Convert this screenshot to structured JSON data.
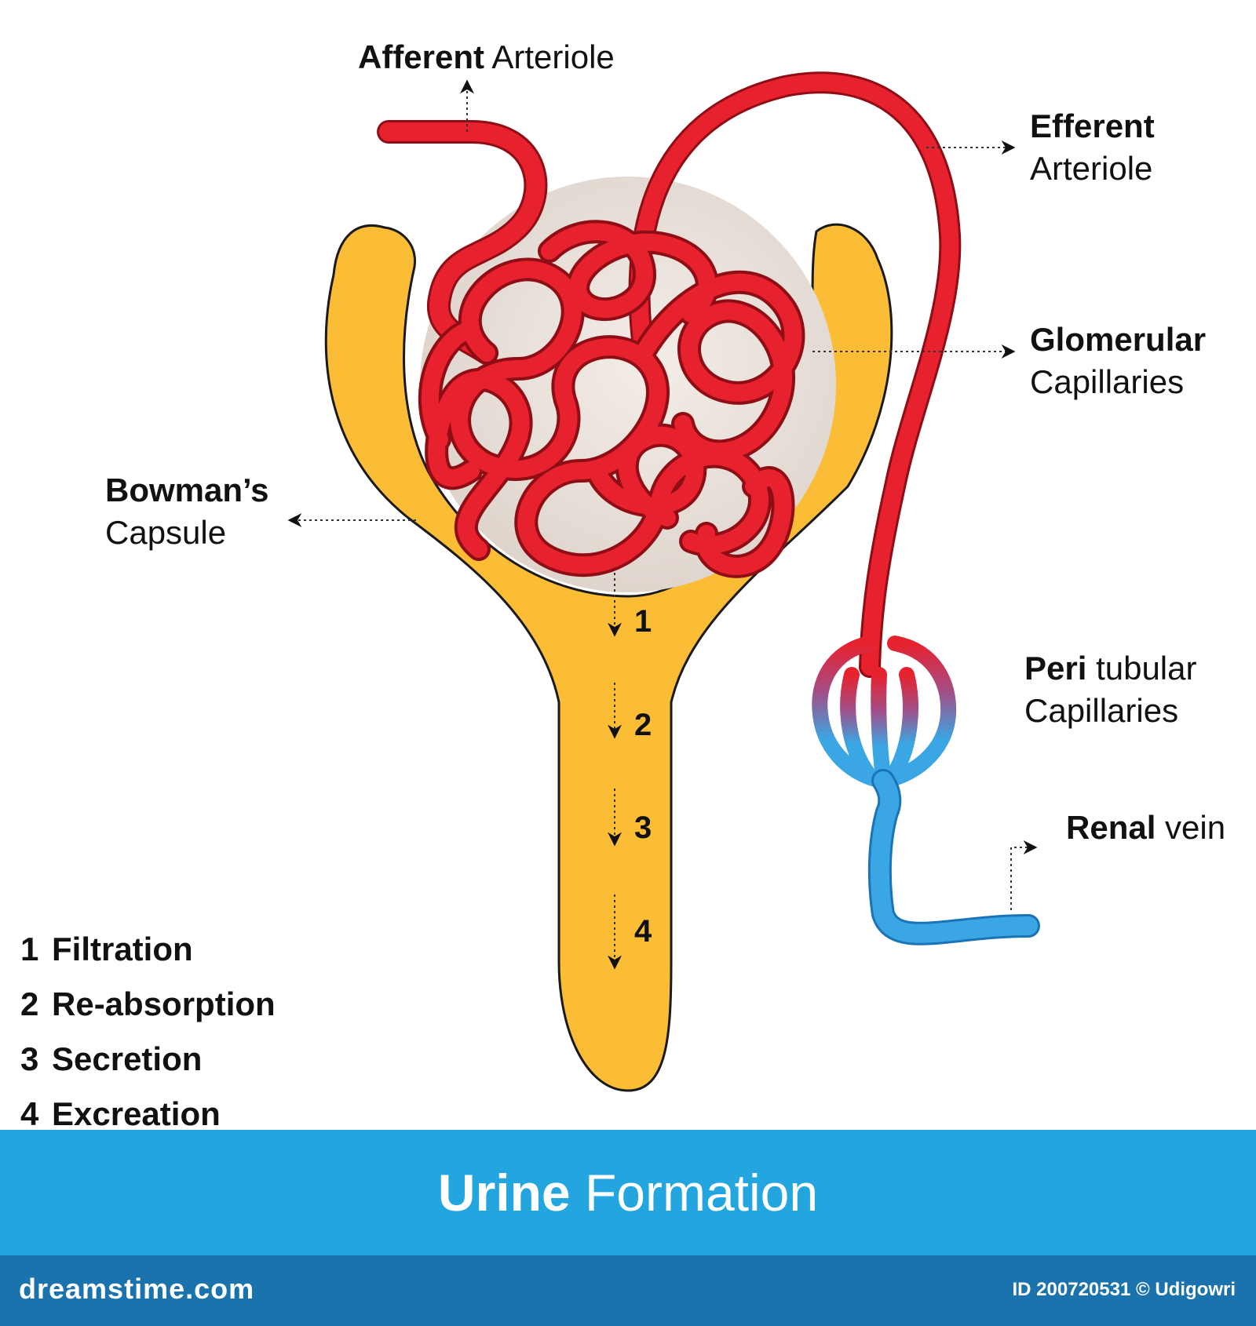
{
  "labels": {
    "afferent": {
      "bold": "Afferent",
      "light": "Arteriole"
    },
    "efferent": {
      "bold": "Efferent",
      "light": "Arteriole"
    },
    "glomerular": {
      "bold": "Glomerular",
      "light": "Capillaries"
    },
    "bowmans": {
      "bold": "Bowman’s",
      "light": "Capsule"
    },
    "peritubular": {
      "bold": "Peri",
      "light": "tubular",
      "line2": "Capillaries"
    },
    "renal": {
      "bold": "Renal",
      "light": "vein"
    }
  },
  "markers": [
    "1",
    "2",
    "3",
    "4"
  ],
  "steps": [
    {
      "num": "1",
      "text": "Filtration"
    },
    {
      "num": "2",
      "text": "Re-absorption"
    },
    {
      "num": "3",
      "text": "Secretion"
    },
    {
      "num": "4",
      "text": "Excreation"
    }
  ],
  "banner": {
    "bold": "Urine",
    "light": "Formation"
  },
  "footer": {
    "watermark": "dreamstime.com",
    "credit": "ID 200720531 © Udigowri"
  },
  "colors": {
    "capsule": "#fbbd35",
    "vessel": "#e8212e",
    "vein": "#3aa6e4",
    "banner": "#23a6e0",
    "footer": "#1b73ad"
  }
}
